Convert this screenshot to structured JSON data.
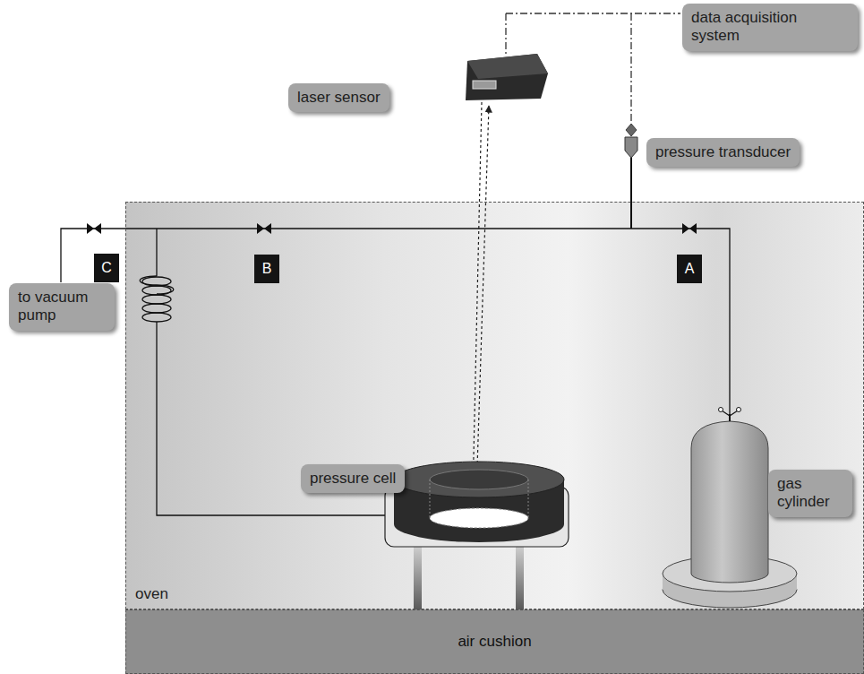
{
  "diagram": {
    "nodes": [
      {
        "text": [
          "data acquisition system"
        ]
      },
      {
        "text": [
          "laser sensor"
        ]
      },
      {
        "text": [
          "pressure transducer"
        ]
      },
      {
        "text": [
          "oven"
        ]
      },
      {
        "text": [
          "C"
        ]
      },
      {
        "text": [
          "B"
        ],
        "in": 3
      },
      {
        "text": [
          "A"
        ],
        "in": 3
      },
      {
        "text": [
          "to vacuum pump"
        ]
      },
      {
        "text": [
          "pressure cell"
        ],
        "in": 3
      },
      {
        "text": [
          "gas cylinder"
        ],
        "in": 3
      },
      {
        "text": [
          "air cushion"
        ]
      }
    ]
  }
}
